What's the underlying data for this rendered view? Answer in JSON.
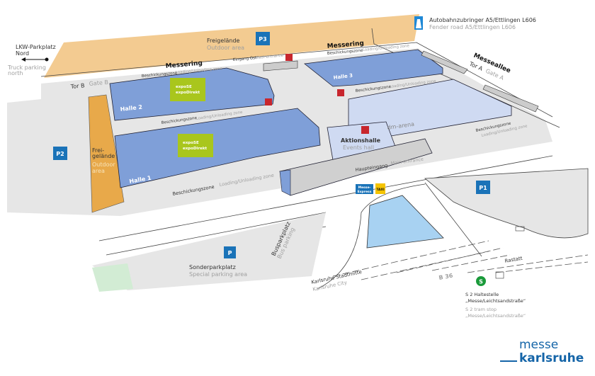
{
  "colors": {
    "hall": "#7f9fd8",
    "hall_light": "#cfdaf2",
    "outdoor": "#f3cb91",
    "outdoor_strip": "#e8a94a",
    "ground": "#e6e6e6",
    "parking": "#1a73b8",
    "restaurant": "#c8262d",
    "lake": "#a8d2f2",
    "expo": "#a9c61d",
    "brand": "#1565a8"
  },
  "labels": {
    "truck_parking_de_1": "LKW-Parkplatz",
    "truck_parking_de_2": "Nord",
    "truck_parking_en_1": "Truck parking",
    "truck_parking_en_2": "north",
    "freigelaende_top": "Freigelände",
    "outdoor_top": "Outdoor area",
    "p3": "P3",
    "p2": "P2",
    "p1": "P1",
    "p": "P",
    "autobahn_de": "Autobahnzubringer A5/Ettlingen L606",
    "autobahn_en": "Fender road A5/Ettlingen L606",
    "messering_1": "Messering",
    "messering_2": "Messering",
    "messeallee": "Messeallee",
    "tor_a": "Tor A",
    "gate_a": "Gate A",
    "tor_b": "Tor B",
    "gate_b": "Gate B",
    "eingang_ost": "Eingang Ost",
    "east_entrance": "East entrance",
    "loading_de": "Beschickungszone",
    "loading_en": "Loading/Unloading zone",
    "halle_1": "Halle 1",
    "halle_2": "Halle 2",
    "halle_3": "Halle 3",
    "dm_arena": "dm-arena",
    "aktionshalle": "Aktionshalle",
    "events_hall": "Events hall",
    "haupteingang": "Haupteingang",
    "main_entrance": "Main entrance",
    "freigelaende_side_1": "Frei-",
    "freigelaende_side_2": "gelände",
    "outdoor_side_1": "Outdoor",
    "outdoor_side_2": "area",
    "expo_se": "expoSE",
    "expo_direkt": "expoDirekt",
    "messe_express_1": "Messe-",
    "messe_express_2": "Express",
    "taxi": "TAXI",
    "sonderparkplatz": "Sonderparkplatz",
    "special_parking": "Special parking area",
    "busparkplatz": "Busparkplatz",
    "bus_parking": "Bus parking",
    "karlsruhe_de": "Karlsruhe Stadtmitte",
    "karlsruhe_en": "Karlsruhe City",
    "b36": "B 36",
    "rastatt": "Rastatt",
    "s_badge": "S",
    "tram_de_1": "S 2 Haltestelle",
    "tram_de_2": "„Messe/Leichtsandstraße“",
    "tram_en_1": "S 2 tram stop",
    "tram_en_2": "„Messe/Leichtsandstraße“",
    "brand_1": "messe",
    "brand_2": "karlsruhe"
  }
}
